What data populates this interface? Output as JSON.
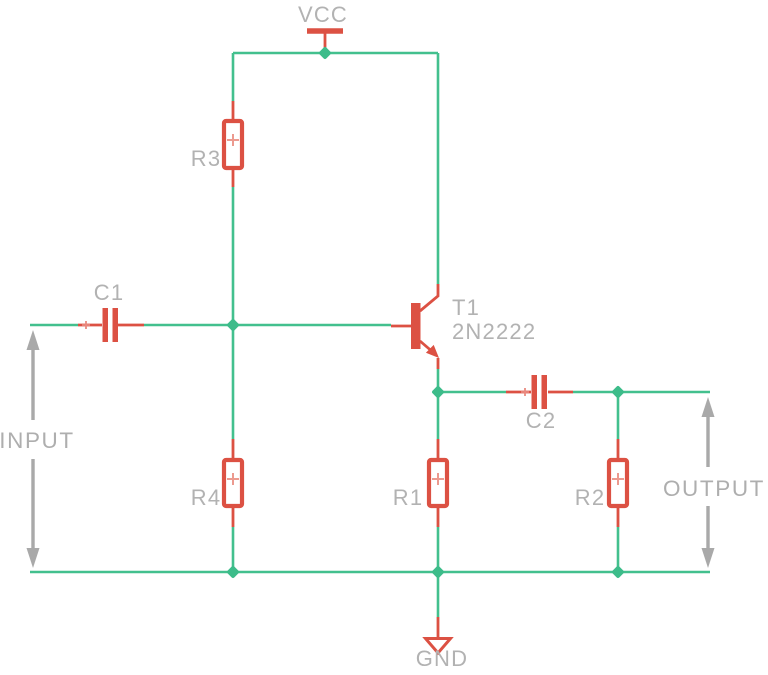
{
  "schematic": {
    "type": "transistor-amplifier-schematic",
    "colors": {
      "wire_green": "#43c08e",
      "component_red": "#dc5143",
      "label_gray": "#b2b2b2"
    },
    "components": {
      "vcc": {
        "label": "VCC"
      },
      "gnd": {
        "label": "GND"
      },
      "r1": {
        "label": "R1"
      },
      "r2": {
        "label": "R2"
      },
      "r3": {
        "label": "R3"
      },
      "r4": {
        "label": "R4"
      },
      "c1": {
        "label": "C1"
      },
      "c2": {
        "label": "C2"
      },
      "t1": {
        "designator": "T1",
        "part": "2N2222"
      }
    },
    "annotations": {
      "input_label": "INPUT",
      "output_label": "OUTPUT"
    }
  }
}
